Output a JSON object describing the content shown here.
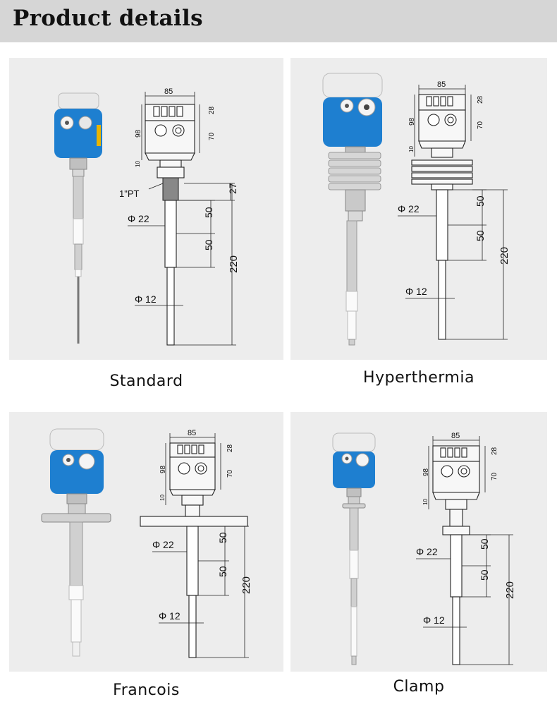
{
  "header": {
    "title": "Product details"
  },
  "variants": [
    {
      "caption": "Standard",
      "drawing": {
        "width": "85",
        "height_total": "98",
        "cap_height": "28",
        "body_height": "70",
        "neck": "10",
        "thread": "1\"PT",
        "thread_length": "27",
        "diameter_large": "Φ 22",
        "segment_1": "50",
        "segment_2": "50",
        "probe_length": "220",
        "diameter_small": "Φ 12"
      }
    },
    {
      "caption": "Hyperthermia",
      "drawing": {
        "width": "85",
        "height_total": "98",
        "cap_height": "28",
        "body_height": "70",
        "neck": "10",
        "diameter_large": "Φ 22",
        "segment_1": "50",
        "segment_2": "50",
        "probe_length": "220",
        "diameter_small": "Φ 12"
      }
    },
    {
      "caption": "Francois",
      "drawing": {
        "width": "85",
        "height_total": "98",
        "cap_height": "28",
        "body_height": "70",
        "neck": "10",
        "diameter_large": "Φ 22",
        "segment_1": "50",
        "segment_2": "50",
        "probe_length": "220",
        "diameter_small": "Φ 12"
      }
    },
    {
      "caption": "Clamp",
      "drawing": {
        "width": "85",
        "height_total": "98",
        "cap_height": "28",
        "body_height": "70",
        "neck": "10",
        "diameter_large": "Φ 22",
        "segment_1": "50",
        "segment_2": "50",
        "probe_length": "220",
        "diameter_small": "Φ 12"
      }
    }
  ],
  "colors": {
    "housing_blue": "#1e7fd0",
    "panel_bg": "#ededed",
    "header_bg": "#d6d6d6",
    "cap_white": "#f2f2f2",
    "steel": "#c9c9c9"
  }
}
